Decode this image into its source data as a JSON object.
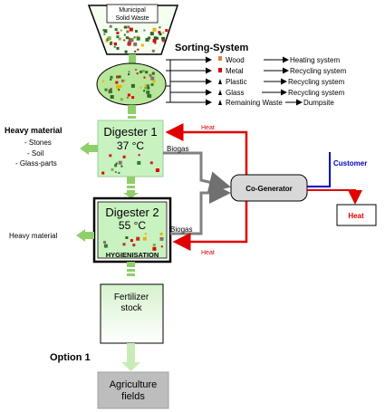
{
  "hopper_label_line1": "Municipal",
  "hopper_label_line2": "Solid Waste",
  "sorting_title": "Sorting-System",
  "sorting_rows": [
    {
      "material": "Wood",
      "destination": "Heating system"
    },
    {
      "material": "Metal",
      "destination": "Recycling system"
    },
    {
      "material": "Plastic",
      "destination": "Recycling system"
    },
    {
      "material": "Glass",
      "destination": "Recycling system"
    },
    {
      "material": "Remaining Waste",
      "destination": "Dumpsite"
    }
  ],
  "heavy_material_title": "Heavy material",
  "heavy_material_items": [
    "- Stones",
    "- Soil",
    "- Glass-parts"
  ],
  "digester1_title": "Digester 1",
  "digester1_temp": "37 °C",
  "digester2_title": "Digester 2",
  "digester2_temp": "55 °C",
  "hygienisation_label": "HYGIENISATION",
  "heavy_material_side": "Heavy material",
  "biogas_label": "Biogas",
  "heat_label": "Heat",
  "cogenerator_label": "Co-Generator",
  "customer_label": "Customer",
  "heat_box_label": "Heat",
  "fertilizer_line1": "Fertilizer",
  "fertilizer_line2": "stock",
  "option_label": "Option 1",
  "fields_line1": "Agriculture",
  "fields_line2": "fields",
  "colors": {
    "digester_fill": "#c8f2c0",
    "green_arrow": "#8fcf6a",
    "heat_line": "#e00000",
    "biogas_line": "#808080",
    "customer_line": "#0000c0",
    "fields_fill": "#bdbdbd"
  }
}
